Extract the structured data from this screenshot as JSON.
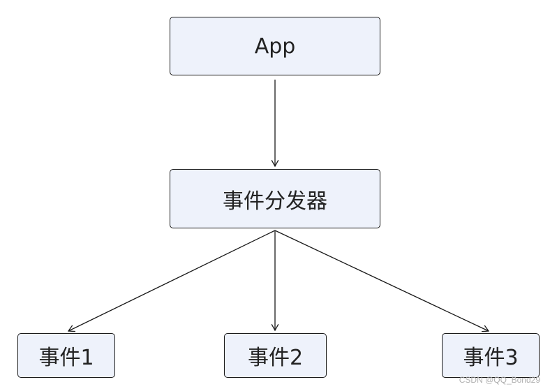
{
  "diagram": {
    "nodes": {
      "app": "App",
      "dispatcher": "事件分发器",
      "event1": "事件1",
      "event2": "事件2",
      "event3": "事件3"
    },
    "edges": [
      {
        "from": "app",
        "to": "dispatcher"
      },
      {
        "from": "dispatcher",
        "to": "event1"
      },
      {
        "from": "dispatcher",
        "to": "event2"
      },
      {
        "from": "dispatcher",
        "to": "event3"
      }
    ],
    "colors": {
      "node_fill": "#eef2fb",
      "node_border": "#1a1a1a",
      "edge": "#1a1a1a",
      "text": "#222222"
    }
  },
  "watermark": "CSDN @QQ_Bond29"
}
